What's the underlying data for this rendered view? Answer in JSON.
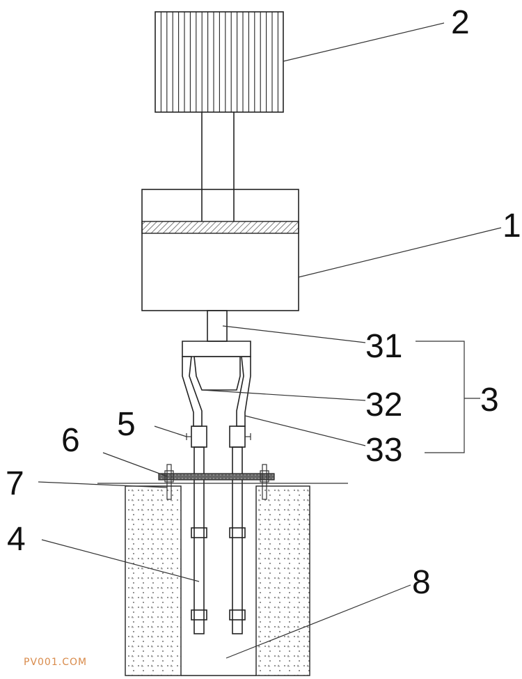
{
  "labels": {
    "l2": "2",
    "l1": "1",
    "l31": "31",
    "l32": "32",
    "l33": "33",
    "l3": "3",
    "l5": "5",
    "l6": "6",
    "l7": "7",
    "l4": "4",
    "l8": "8"
  },
  "watermark": "PV001.COM",
  "colors": {
    "line": "#222222",
    "hatch": "#555555",
    "watermark": "#d88a4a"
  }
}
